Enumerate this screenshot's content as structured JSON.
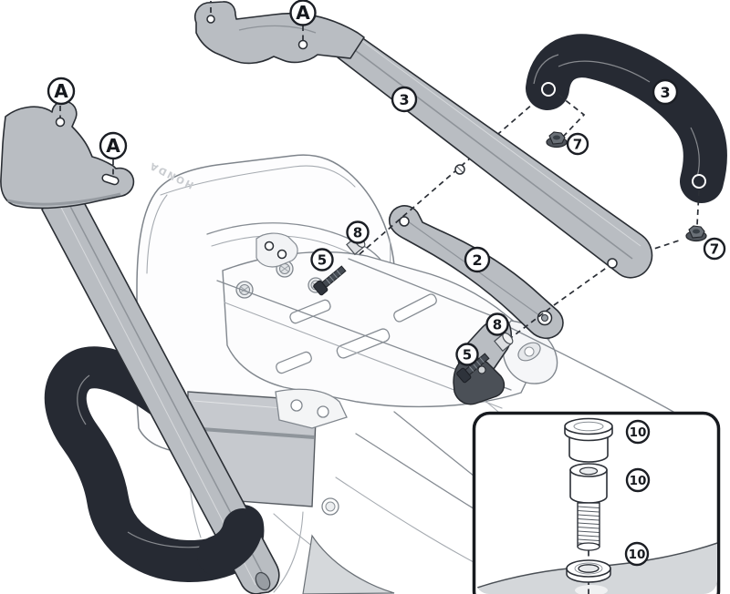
{
  "diagram": {
    "kind": "exploded-assembly-instructions",
    "brand_text": "HONDA",
    "background": "#ffffff"
  },
  "colors": {
    "outline": "#2a2e34",
    "part_gray": "#b9bdc2",
    "part_gray_shade": "#8e9399",
    "handle_black": "#262a33",
    "bike_line": "#868c93",
    "shade_gray": "#d4d7da",
    "callout_stroke": "#1b1e24"
  },
  "callouts": [
    {
      "label": "A",
      "name": "fitting-point-a-top"
    },
    {
      "label": "A",
      "name": "fitting-point-a-left-upper"
    },
    {
      "label": "A",
      "name": "fitting-point-a-left-lower"
    },
    {
      "label": "3",
      "name": "part-3-side-rail"
    },
    {
      "label": "3",
      "name": "part-3-black-handle"
    },
    {
      "label": "7",
      "name": "part-7-nut-upper"
    },
    {
      "label": "7",
      "name": "part-7-nut-lower"
    },
    {
      "label": "2",
      "name": "part-2-bracket"
    },
    {
      "label": "8",
      "name": "part-8-spacer-upper"
    },
    {
      "label": "5",
      "name": "part-5-bolt-upper"
    },
    {
      "label": "8",
      "name": "part-8-spacer-lower"
    },
    {
      "label": "5",
      "name": "part-5-bolt-lower"
    },
    {
      "label": "10",
      "name": "part-10-bushing"
    },
    {
      "label": "10",
      "name": "part-10-socket-bolt"
    },
    {
      "label": "10",
      "name": "part-10-washer"
    }
  ]
}
